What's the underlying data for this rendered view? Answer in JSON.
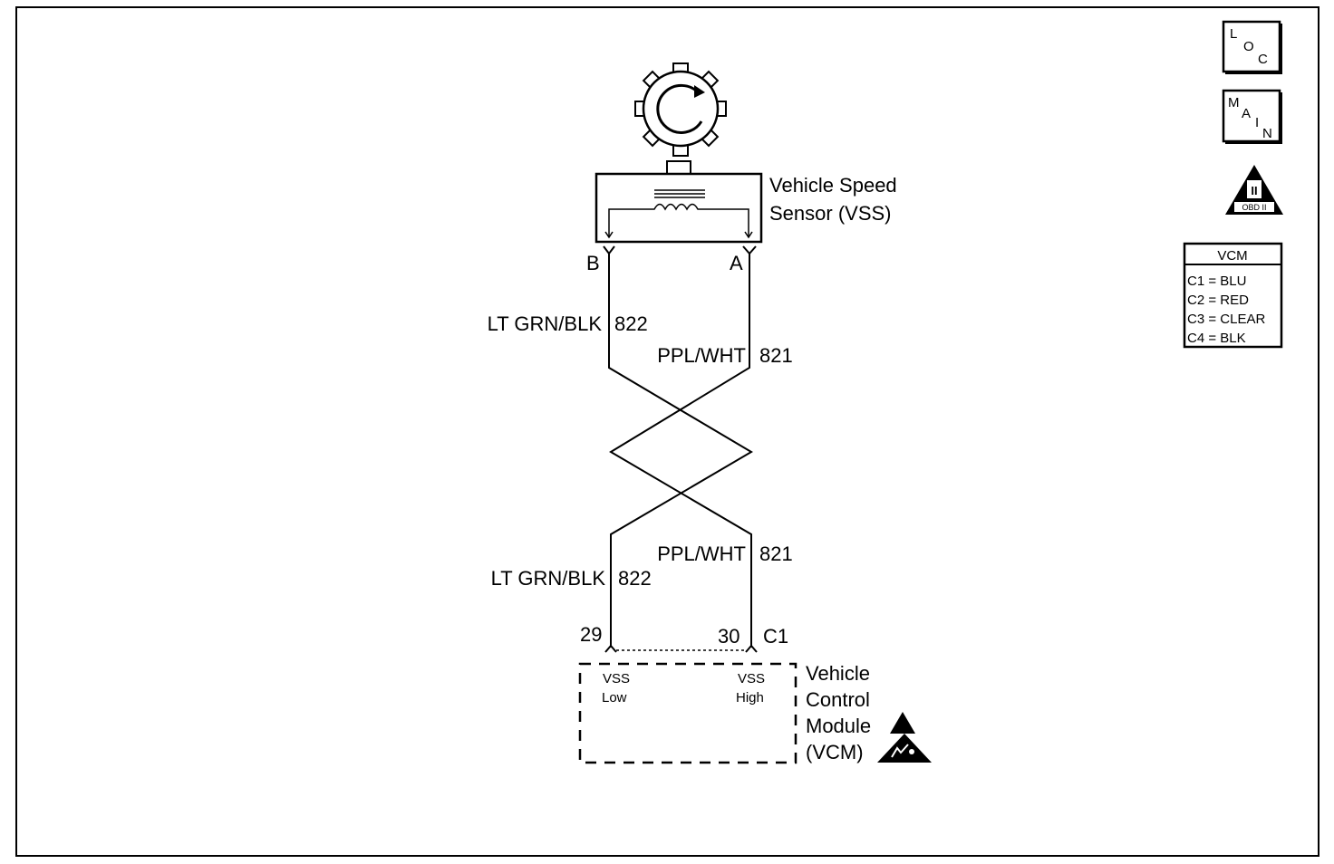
{
  "sensor": {
    "name_line1": "Vehicle Speed",
    "name_line2": "Sensor (VSS)",
    "pin_b": "B",
    "pin_a": "A"
  },
  "wires_top": {
    "left_color": "LT GRN/BLK",
    "left_circuit": "822",
    "right_color": "PPL/WHT",
    "right_circuit": "821"
  },
  "wires_bottom": {
    "left_color": "LT GRN/BLK",
    "left_circuit": "822",
    "right_color": "PPL/WHT",
    "right_circuit": "821"
  },
  "module": {
    "pin_left": "29",
    "pin_right": "30",
    "connector": "C1",
    "left_term_line1": "VSS",
    "left_term_line2": "Low",
    "right_term_line1": "VSS",
    "right_term_line2": "High",
    "name_line1": "Vehicle",
    "name_line2": "Control",
    "name_line3": "Module",
    "name_line4": "(VCM)"
  },
  "icons": {
    "loc_l": "L",
    "loc_o": "O",
    "loc_c": "C",
    "main_m": "M",
    "main_a": "A",
    "main_i": "I",
    "main_n": "N",
    "obd_numeral": "II",
    "obd_text": "OBD II",
    "esd_icon": "electrostatic-discharge-warning-icon"
  },
  "vcm_legend": {
    "title": "VCM",
    "rows": [
      "C1 = BLU",
      "C2 = RED",
      "C3 = CLEAR",
      "C4 = BLK"
    ]
  }
}
